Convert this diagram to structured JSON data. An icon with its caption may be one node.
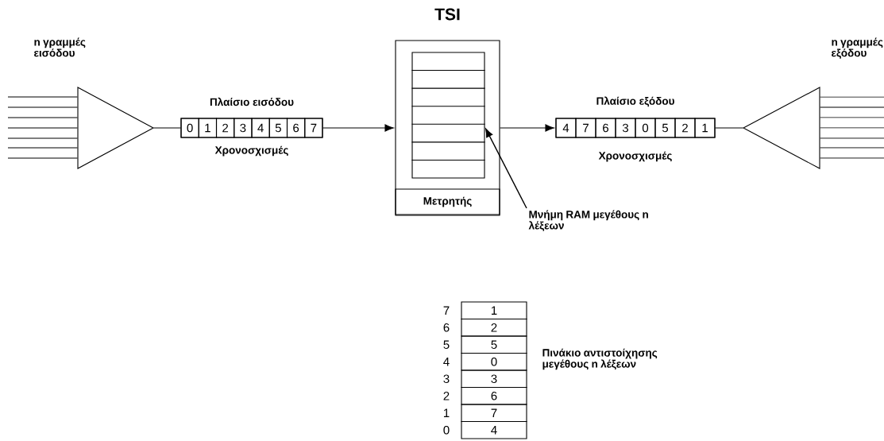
{
  "diagram": {
    "nodes": [
      {
        "text": [],
        "shape": "triangle",
        "beside": [
          "n γραμμές εισόδου"
        ]
      },
      {
        "text": [
          "Πλαίσιο εισόδου"
        ],
        "beside": [
          "Χρονοσχισμές"
        ]
      },
      {
        "text": [
          "0"
        ],
        "in": 1
      },
      {
        "text": [
          "1"
        ],
        "in": 1
      },
      {
        "text": [
          "2"
        ],
        "in": 1
      },
      {
        "text": [
          "3"
        ],
        "in": 1
      },
      {
        "text": [
          "4"
        ],
        "in": 1
      },
      {
        "text": [
          "5"
        ],
        "in": 1
      },
      {
        "text": [
          "6"
        ],
        "in": 1
      },
      {
        "text": [
          "7"
        ],
        "in": 1
      },
      {
        "text": [
          "TSI"
        ]
      },
      {
        "text": [],
        "shape": "box",
        "in": 10
      },
      {
        "text": [
          "Μετρητής"
        ],
        "in": 10
      },
      {
        "text": [
          "Πλαίσιο εξόδου"
        ],
        "beside": [
          "Χρονοσχισμές"
        ]
      },
      {
        "text": [
          "4"
        ],
        "in": 13
      },
      {
        "text": [
          "7"
        ],
        "in": 13
      },
      {
        "text": [
          "6"
        ],
        "in": 13
      },
      {
        "text": [
          "3"
        ],
        "in": 13
      },
      {
        "text": [
          "0"
        ],
        "in": 13
      },
      {
        "text": [
          "5"
        ],
        "in": 13
      },
      {
        "text": [
          "2"
        ],
        "in": 13
      },
      {
        "text": [
          "1"
        ],
        "in": 13
      },
      {
        "text": [],
        "shape": "triangle",
        "beside": [
          "n γραμμές εξόδου"
        ]
      },
      {
        "text": [
          "Μνήμη RAM μεγέθους n λέξεων"
        ]
      }
    ],
    "edges": [
      {
        "from": null,
        "to": 0,
        "arrow": "none"
      },
      {
        "from": null,
        "to": 0,
        "arrow": "none"
      },
      {
        "from": null,
        "to": 0,
        "arrow": "none"
      },
      {
        "from": null,
        "to": 0,
        "arrow": "none"
      },
      {
        "from": null,
        "to": 0,
        "arrow": "none"
      },
      {
        "from": null,
        "to": 0,
        "arrow": "none"
      },
      {
        "from": null,
        "to": 0,
        "arrow": "none"
      },
      {
        "from": 0,
        "to": 1,
        "arrow": "none"
      },
      {
        "from": 1,
        "to": 10,
        "arrow": "to"
      },
      {
        "from": 10,
        "to": 13,
        "arrow": "to"
      },
      {
        "from": 13,
        "to": 22,
        "arrow": "none"
      },
      {
        "from": 22,
        "to": null,
        "arrow": "none"
      },
      {
        "from": 22,
        "to": null,
        "arrow": "none"
      },
      {
        "from": 22,
        "to": null,
        "arrow": "none"
      },
      {
        "from": 22,
        "to": null,
        "arrow": "none"
      },
      {
        "from": 22,
        "to": null,
        "arrow": "none"
      },
      {
        "from": 22,
        "to": null,
        "arrow": "none"
      },
      {
        "from": 22,
        "to": null,
        "arrow": "none"
      },
      {
        "from": 23,
        "to": 11,
        "arrow": "to"
      }
    ],
    "labels": [
      "7",
      "1",
      "6",
      "2",
      "5",
      "5",
      "4",
      "0",
      "3",
      "3",
      "2",
      "6",
      "1",
      "7",
      "0",
      "4",
      "Πινάκιο αντιστοίχησης μεγέθους n λέξεων"
    ]
  }
}
